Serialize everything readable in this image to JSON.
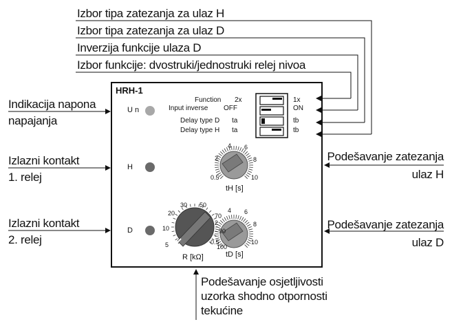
{
  "top_labels": [
    "Izbor tipa zatezanja za ulaz H",
    "Izbor tipa zatezanja za ulaz D",
    "Inverzija funkcije ulaza D",
    "Izbor funkcije: dvostruki/jednostruki relej nivoa"
  ],
  "left_labels": {
    "supply_line1": "Indikacija napona",
    "supply_line2": "napajanja",
    "relay1_line1": "Izlazni kontakt",
    "relay1_line2": "1. relej",
    "relay2_line1": "Izlazni kontakt",
    "relay2_line2": "2. relej"
  },
  "right_labels": {
    "th_line1": "Podešavanje zatezanja",
    "th_line2": "ulaz H",
    "td_line1": "Podešavanje zatezanja",
    "td_line2": "ulaz D"
  },
  "bottom_label": {
    "line1": "Podešavanje  osjetljivosti",
    "line2": "uzorka shodno otpornosti",
    "line3": "tekućine"
  },
  "panel": {
    "title": "HRH-1",
    "un": "U n",
    "h": "H",
    "d": "D",
    "switch_rows": [
      {
        "label": "Function",
        "left": "2x",
        "right": "1x"
      },
      {
        "label": "Input inverse",
        "left": "OFF",
        "right": "ON"
      },
      {
        "label": "Delay type D",
        "left": "ta",
        "right": "tb"
      },
      {
        "label": "Delay type H",
        "left": "ta",
        "right": "tb"
      }
    ],
    "dial_th": {
      "label": "tH [s]",
      "ticks": [
        "0.5",
        "2",
        "4",
        "6",
        "8",
        "10"
      ]
    },
    "dial_td": {
      "label": "tD [s]",
      "ticks": [
        "0.5",
        "2",
        "4",
        "6",
        "8",
        "10"
      ]
    },
    "dial_r": {
      "label": "R [kΩ]",
      "ticks": [
        "5",
        "10",
        "20",
        "30",
        "50",
        "70",
        "90",
        "100"
      ]
    }
  }
}
